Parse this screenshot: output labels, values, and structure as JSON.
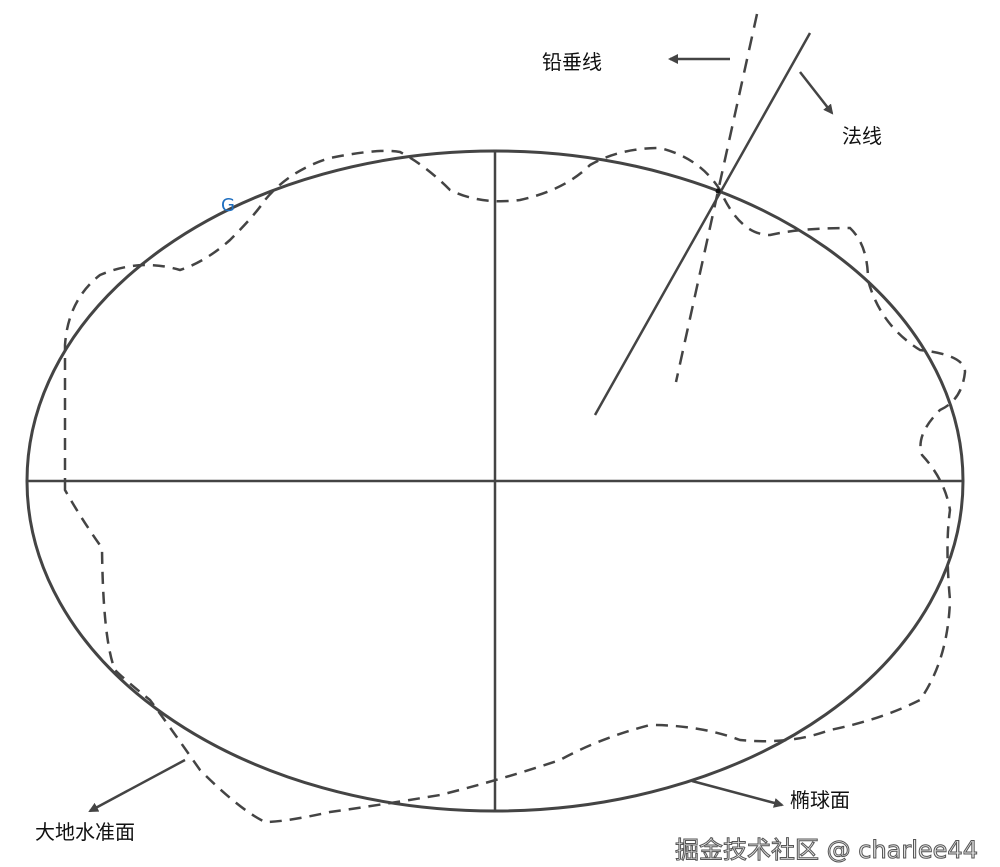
{
  "labels": {
    "plumb_line": "铅垂线",
    "normal": "法线",
    "point": "G",
    "geoid": "大地水准面",
    "ellipsoid": "椭球面"
  },
  "watermark": "掘金技术社区 @ charlee44",
  "colors": {
    "line": "#444444",
    "point_label": "#1f6fc0"
  }
}
